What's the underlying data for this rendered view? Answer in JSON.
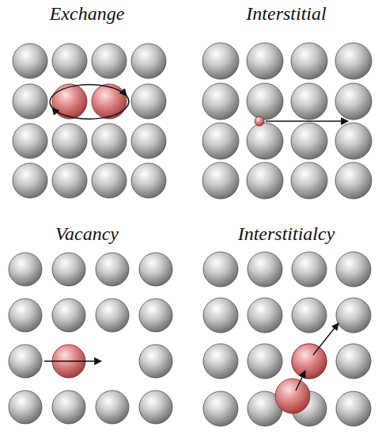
{
  "diagram": {
    "labels": [
      "Exchange",
      "Interstitial",
      "Vacancy",
      "Interstitialcy"
    ]
  }
}
